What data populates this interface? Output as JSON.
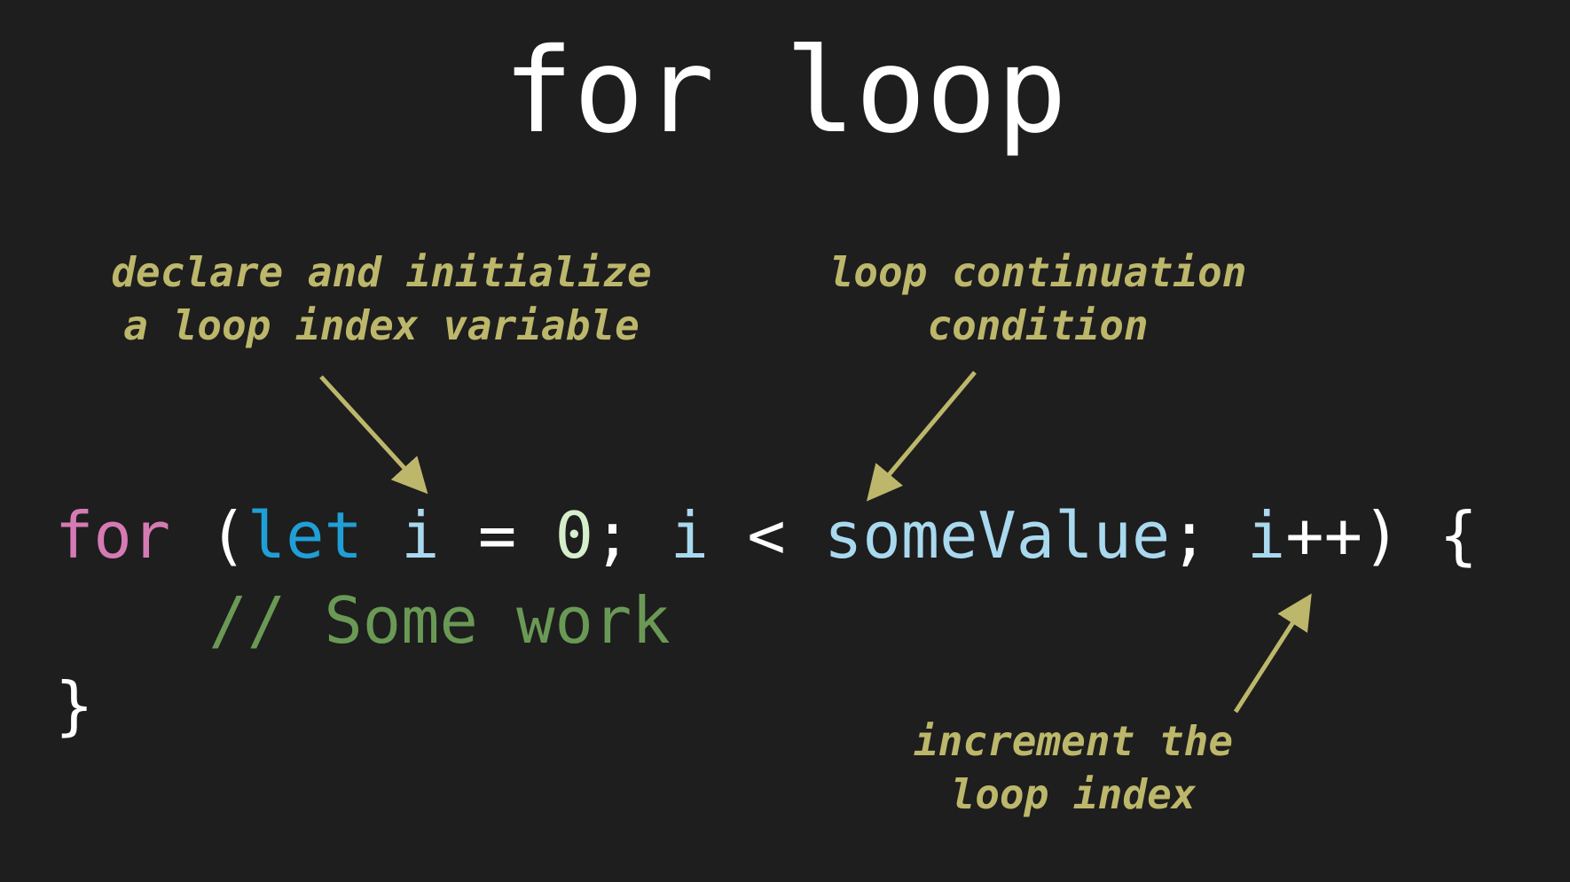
{
  "title": "for loop",
  "annotations": {
    "left": [
      "declare and initialize",
      "a loop index variable"
    ],
    "right": [
      "loop continuation",
      "condition"
    ],
    "bottom": [
      "increment the",
      "loop index"
    ]
  },
  "code": {
    "line1": {
      "for_kw": "for",
      "open_paren": " (",
      "let_kw": "let",
      "sp1": " ",
      "i1": "i",
      "assign": " = ",
      "zero": "0",
      "semi1": "; ",
      "i2": "i",
      "lt": " < ",
      "someValue": "someValue",
      "semi2": "; ",
      "i3": "i",
      "incr_rest": "++) {"
    },
    "line2": {
      "indent": "    ",
      "comment": "// Some work"
    },
    "line3": {
      "close_brace": "}"
    }
  },
  "colors": {
    "background": "#1e1e1e",
    "annotation": "#bdb76b",
    "keyword_for": "#d67ab4",
    "keyword_let": "#1f9fd6",
    "variable": "#a9d9ef",
    "number": "#d5eecb",
    "comment": "#6a9955",
    "text": "#ffffff"
  }
}
